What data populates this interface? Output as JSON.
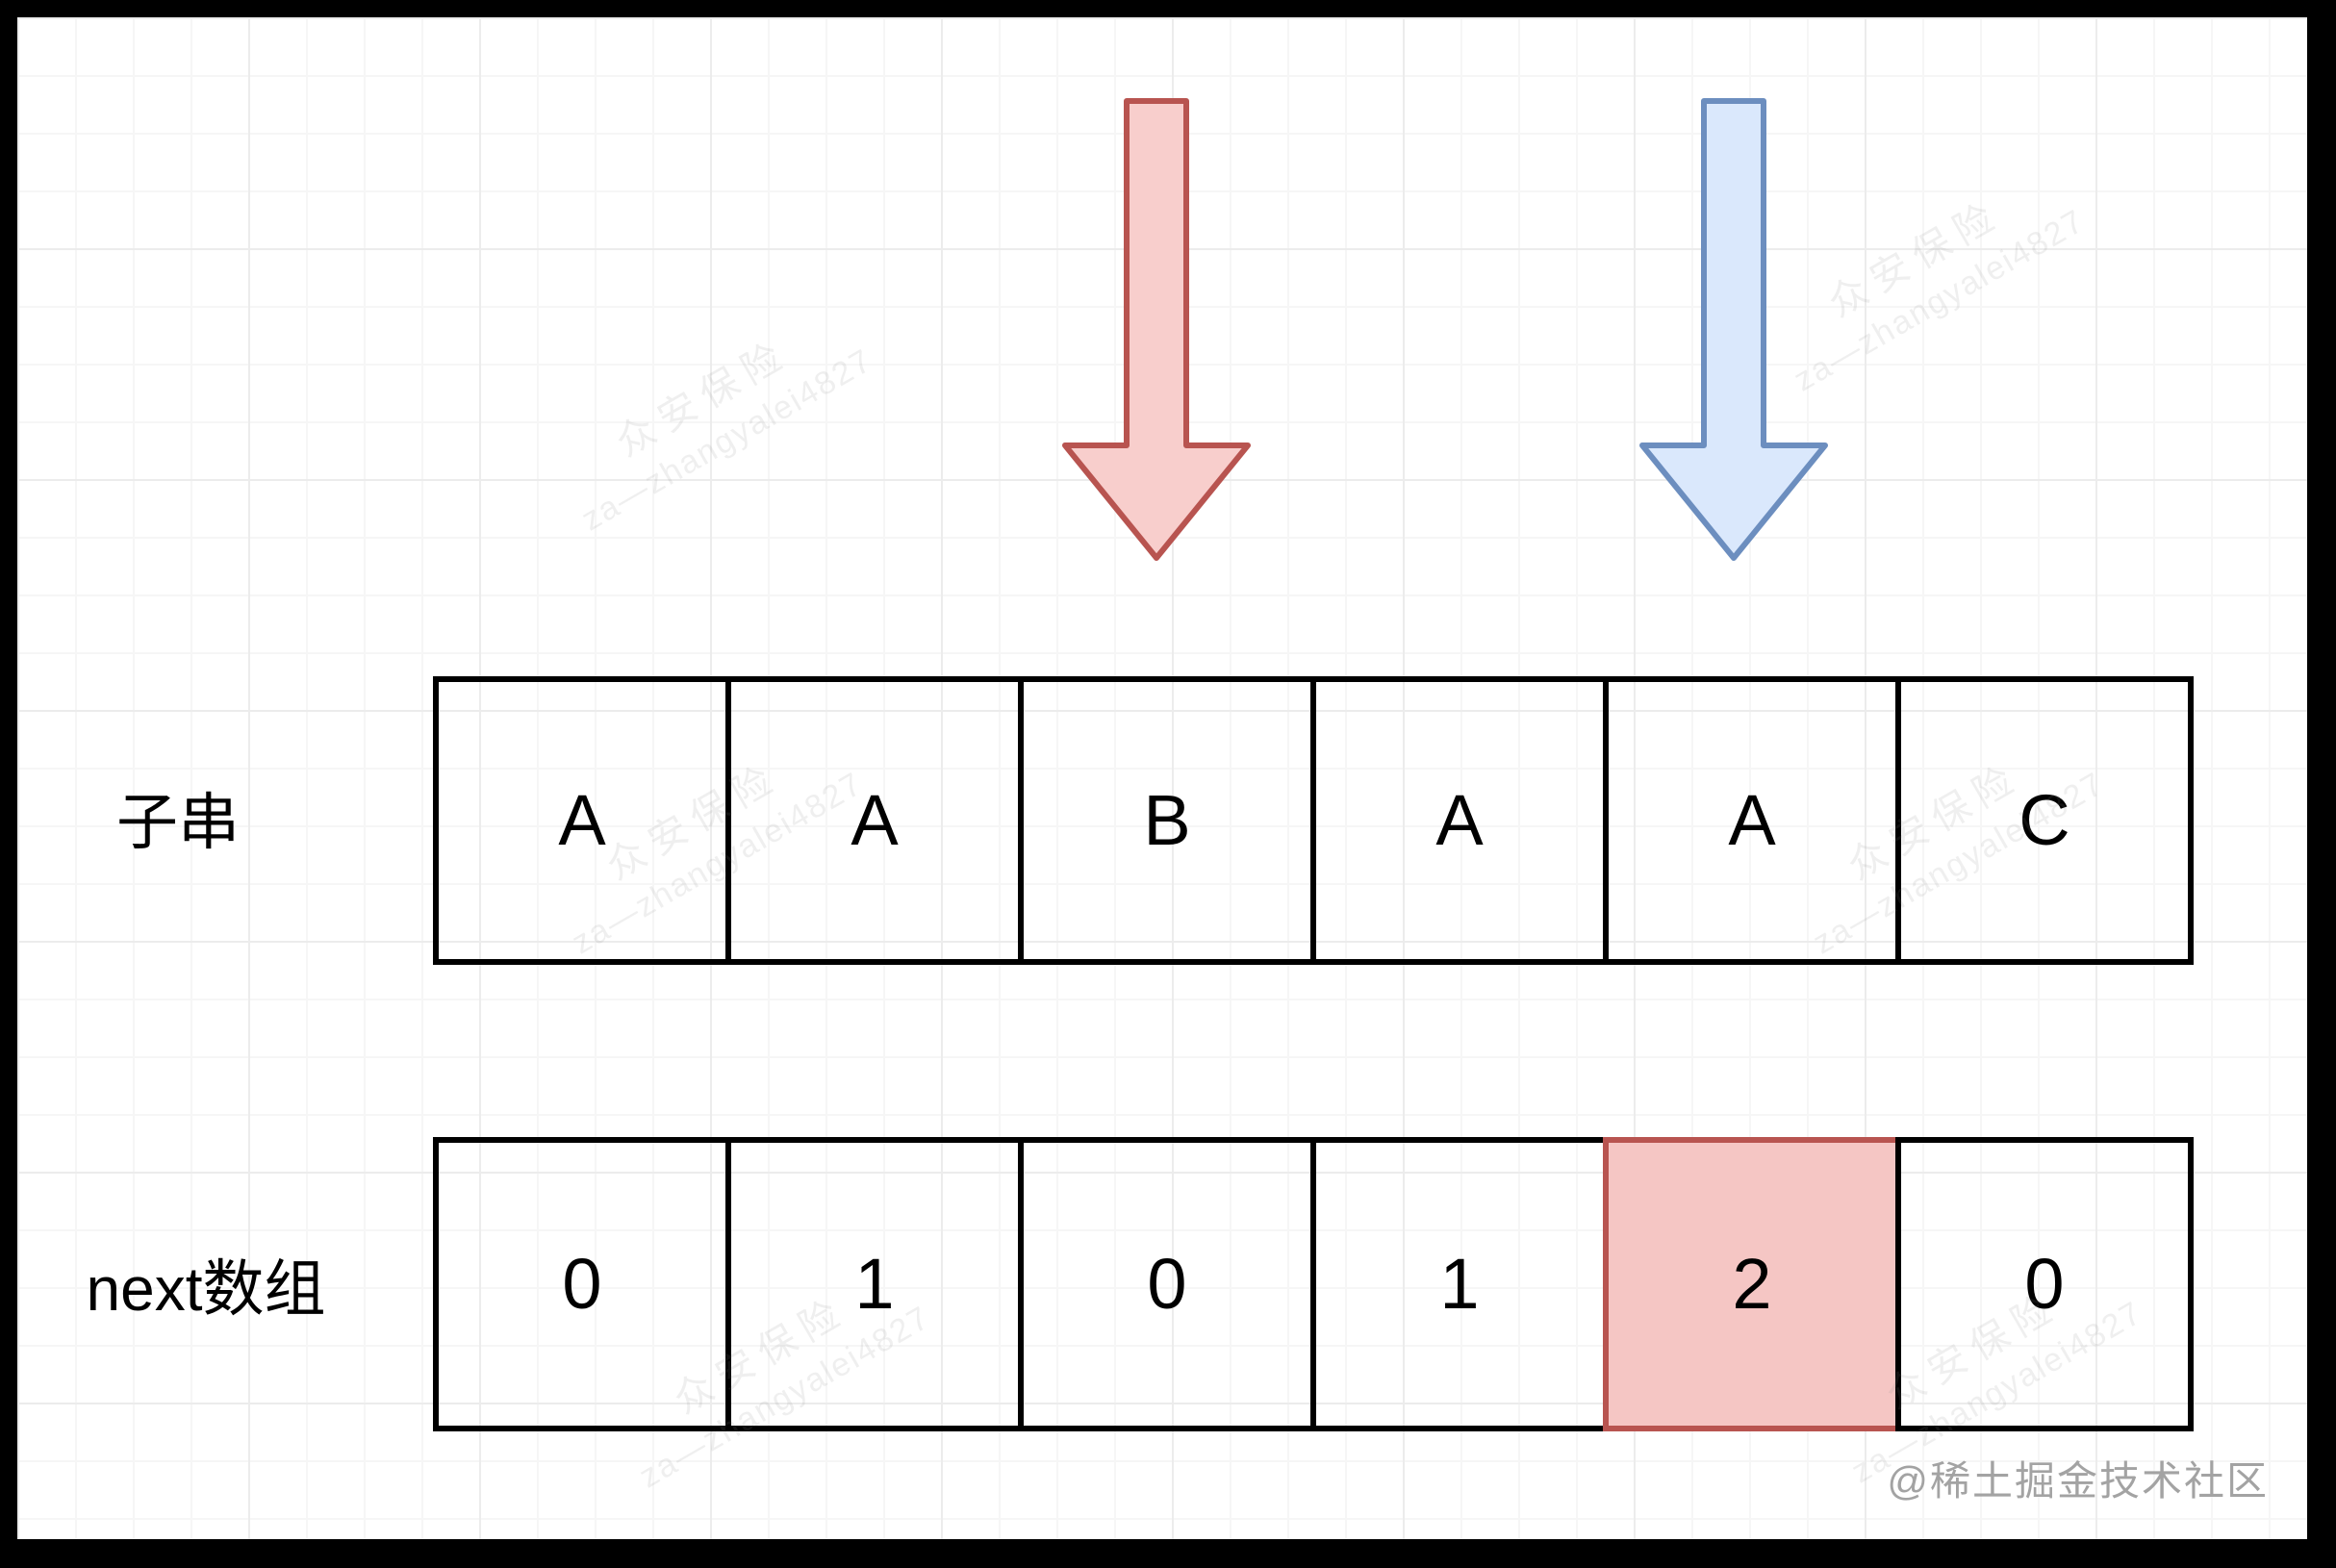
{
  "diagram": {
    "rows": {
      "substring": {
        "label": "子串",
        "cells": [
          "A",
          "A",
          "B",
          "A",
          "A",
          "C"
        ]
      },
      "next": {
        "label": "next数组",
        "cells": [
          "0",
          "1",
          "0",
          "1",
          "2",
          "0"
        ],
        "highlighted_index": 4,
        "highlighted_value": "2"
      }
    },
    "pointers": {
      "red": {
        "direction": "down",
        "fill": "#f8cecc",
        "stroke": "#b85450",
        "points_to_column": 3
      },
      "blue": {
        "direction": "down",
        "fill": "#dae8fc",
        "stroke": "#6c8ebf",
        "points_to_column": 5
      }
    },
    "highlight_colors": {
      "fill": "#f5c6c4",
      "stroke": "#b85450"
    },
    "watermarks": {
      "corner": "@稀土掘金技术社区",
      "tile_line1": "众安保险",
      "tile_line2": "za—zhangyalei4827"
    }
  }
}
